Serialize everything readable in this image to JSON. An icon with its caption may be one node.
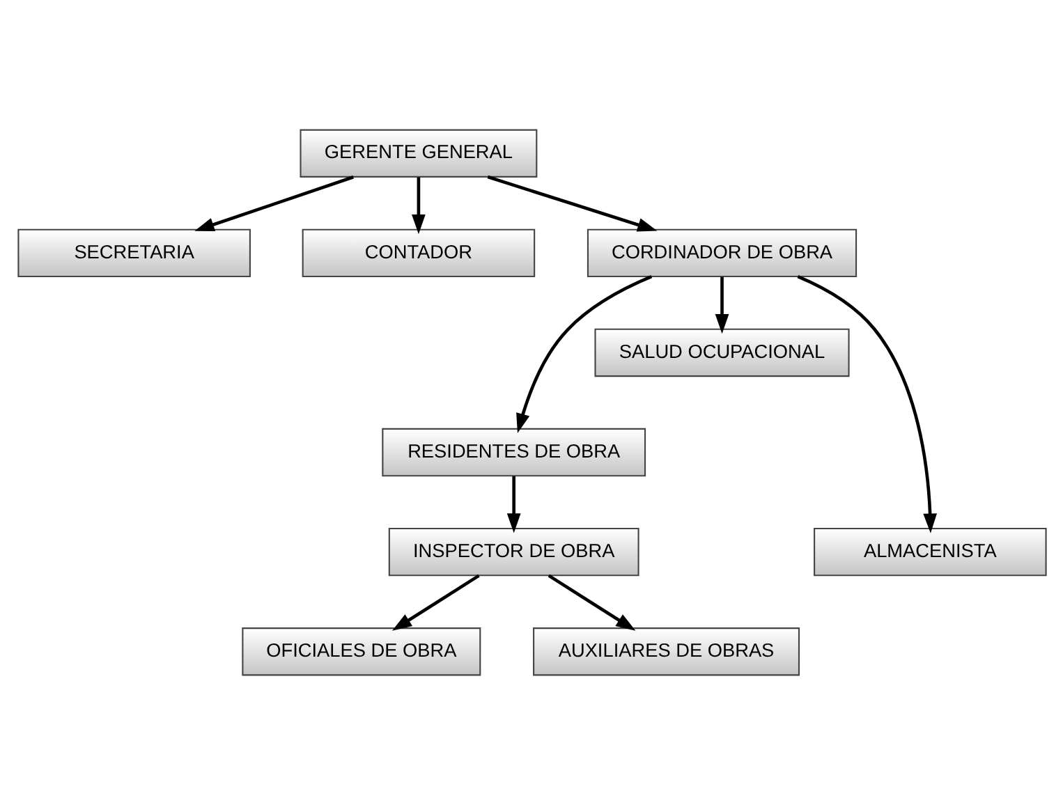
{
  "diagram": {
    "nodes": [
      {
        "text": [
          "GERENTE GENERAL"
        ]
      },
      {
        "text": [
          "SECRETARIA"
        ]
      },
      {
        "text": [
          "CONTADOR"
        ]
      },
      {
        "text": [
          "CORDINADOR DE OBRA"
        ]
      },
      {
        "text": [
          "RESIDENTES DE OBRA"
        ]
      },
      {
        "text": [
          "SALUD OCUPACIONAL"
        ]
      },
      {
        "text": [
          "ALMACENISTA"
        ]
      },
      {
        "text": [
          "INSPECTOR DE OBRA"
        ]
      },
      {
        "text": [
          "OFICIALES DE OBRA"
        ]
      },
      {
        "text": [
          "AUXILIARES DE OBRAS"
        ]
      }
    ],
    "edges": [
      {
        "from": 0,
        "to": 1,
        "arrow": "to"
      },
      {
        "from": 0,
        "to": 2,
        "arrow": "to"
      },
      {
        "from": 0,
        "to": 3,
        "arrow": "to"
      },
      {
        "from": 3,
        "to": 4,
        "arrow": "to"
      },
      {
        "from": 3,
        "to": 5,
        "arrow": "to"
      },
      {
        "from": 3,
        "to": 6,
        "arrow": "to"
      },
      {
        "from": 4,
        "to": 7,
        "arrow": "to"
      },
      {
        "from": 7,
        "to": 8,
        "arrow": "to"
      },
      {
        "from": 7,
        "to": 9,
        "arrow": "to"
      }
    ]
  }
}
